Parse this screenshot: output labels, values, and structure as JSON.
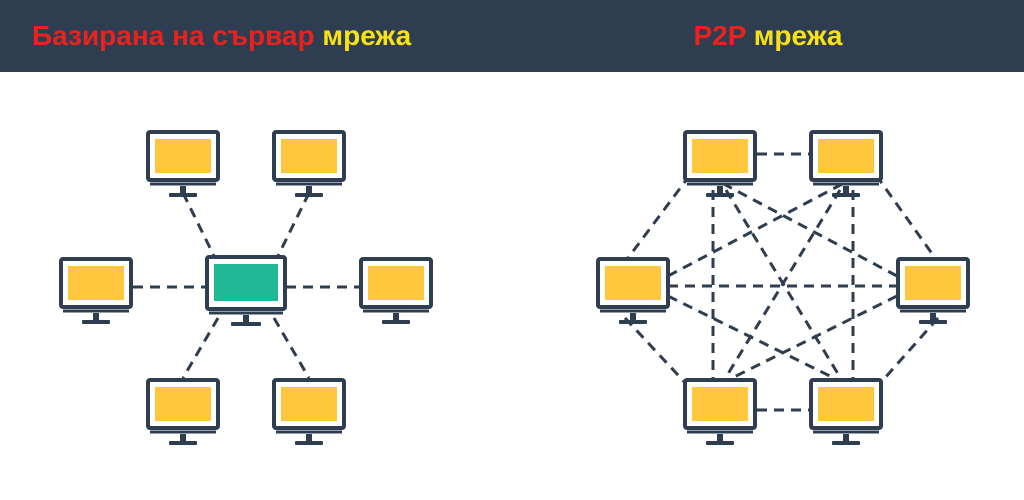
{
  "header": {
    "left_title": {
      "part1": "Базирана на сървар",
      "part2": "мрежа"
    },
    "right_title": {
      "part1": "P2P",
      "part2": "мрежа"
    }
  },
  "colors": {
    "header_bg": "#2e3d4f",
    "title_red": "#e8231e",
    "title_yellow": "#f7e217",
    "outline": "#2e3d4f",
    "client_screen": "#fdc63c",
    "server_screen": "#20b998",
    "link": "#2e3d4f"
  },
  "icons": {
    "client": "monitor-icon",
    "server": "server-monitor-icon"
  },
  "server_network": {
    "center": "server",
    "clients": [
      "top-left",
      "top-right",
      "left",
      "right",
      "bottom-left",
      "bottom-right"
    ]
  },
  "p2p_network": {
    "nodes": [
      "top-left",
      "top-right",
      "left",
      "right",
      "bottom-left",
      "bottom-right"
    ],
    "topology": "full-mesh"
  }
}
